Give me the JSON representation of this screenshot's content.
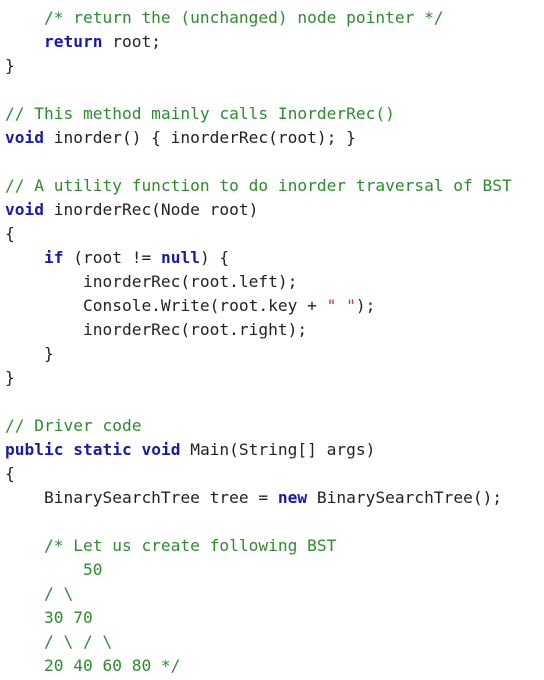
{
  "editor": {
    "colors": {
      "keyword": "#1a1aa6",
      "comment": "#2e8b2e",
      "string": "#c0392b",
      "text": "#222222",
      "background": "#ffffff"
    },
    "lines": [
      [
        {
          "t": "cm",
          "v": "    /* return the (unchanged) node pointer */"
        }
      ],
      [
        {
          "t": "tx",
          "v": "    "
        },
        {
          "t": "kw",
          "v": "return"
        },
        {
          "t": "tx",
          "v": " root;"
        }
      ],
      [
        {
          "t": "tx",
          "v": "}"
        }
      ],
      [],
      [
        {
          "t": "cm",
          "v": "// This method mainly calls InorderRec()"
        }
      ],
      [
        {
          "t": "kw",
          "v": "void"
        },
        {
          "t": "tx",
          "v": " inorder() { inorderRec(root); }"
        }
      ],
      [],
      [
        {
          "t": "cm",
          "v": "// A utility function to do inorder traversal of BST"
        }
      ],
      [
        {
          "t": "kw",
          "v": "void"
        },
        {
          "t": "tx",
          "v": " inorderRec(Node root)"
        }
      ],
      [
        {
          "t": "tx",
          "v": "{"
        }
      ],
      [
        {
          "t": "tx",
          "v": "    "
        },
        {
          "t": "kw",
          "v": "if"
        },
        {
          "t": "tx",
          "v": " (root != "
        },
        {
          "t": "kw",
          "v": "null"
        },
        {
          "t": "tx",
          "v": ") {"
        }
      ],
      [
        {
          "t": "tx",
          "v": "        inorderRec(root.left);"
        }
      ],
      [
        {
          "t": "tx",
          "v": "        Console.Write(root.key + "
        },
        {
          "t": "str",
          "v": "\" \""
        },
        {
          "t": "tx",
          "v": ");"
        }
      ],
      [
        {
          "t": "tx",
          "v": "        inorderRec(root.right);"
        }
      ],
      [
        {
          "t": "tx",
          "v": "    }"
        }
      ],
      [
        {
          "t": "tx",
          "v": "}"
        }
      ],
      [],
      [
        {
          "t": "cm",
          "v": "// Driver code"
        }
      ],
      [
        {
          "t": "kw",
          "v": "public"
        },
        {
          "t": "tx",
          "v": " "
        },
        {
          "t": "kw",
          "v": "static"
        },
        {
          "t": "tx",
          "v": " "
        },
        {
          "t": "kw",
          "v": "void"
        },
        {
          "t": "tx",
          "v": " Main(String[] args)"
        }
      ],
      [
        {
          "t": "tx",
          "v": "{"
        }
      ],
      [
        {
          "t": "tx",
          "v": "    BinarySearchTree tree = "
        },
        {
          "t": "kw",
          "v": "new"
        },
        {
          "t": "tx",
          "v": " BinarySearchTree();"
        }
      ],
      [],
      [
        {
          "t": "cm",
          "v": "    /* Let us create following BST"
        }
      ],
      [
        {
          "t": "cm",
          "v": "        50"
        }
      ],
      [
        {
          "t": "cm",
          "v": "    / \\"
        }
      ],
      [
        {
          "t": "cm",
          "v": "    30 70"
        }
      ],
      [
        {
          "t": "cm",
          "v": "    / \\ / \\"
        }
      ],
      [
        {
          "t": "cm",
          "v": "    20 40 60 80 */"
        }
      ]
    ]
  }
}
